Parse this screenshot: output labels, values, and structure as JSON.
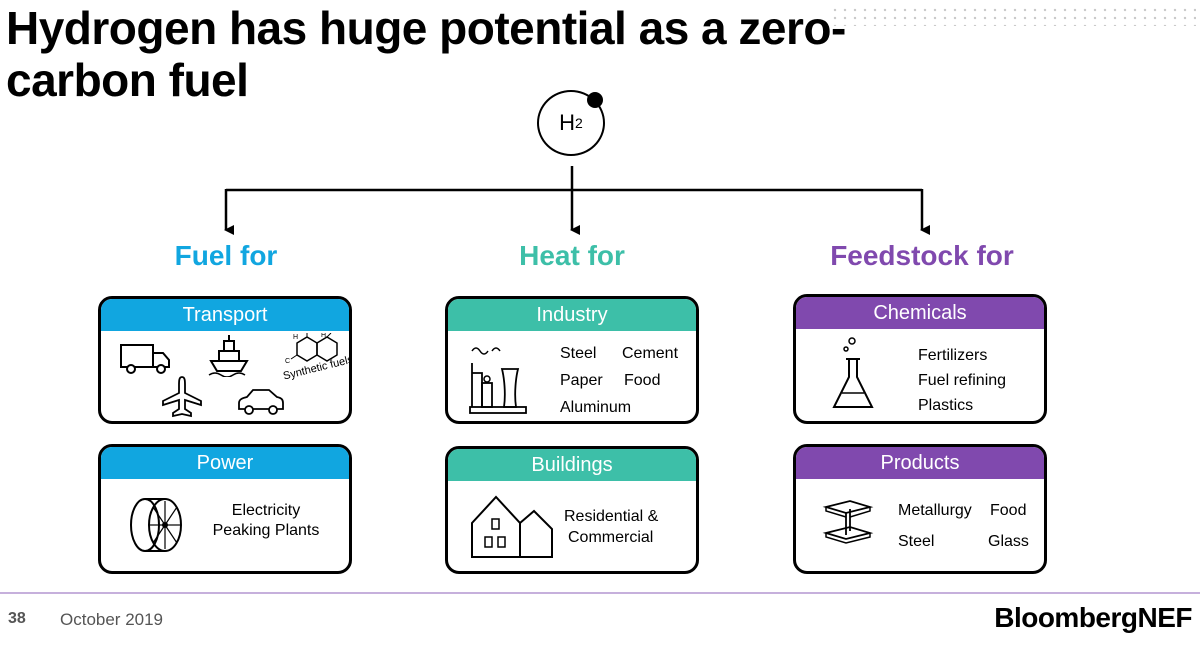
{
  "title": "Hydrogen has huge potential as a zero-carbon fuel",
  "hub": {
    "symbol": "H",
    "subscript": "2"
  },
  "colors": {
    "fuel": "#11a6e0",
    "heat": "#3dbfa8",
    "feedstock": "#8049ae"
  },
  "categories": {
    "fuel": {
      "label": "Fuel for",
      "transport": {
        "header": "Transport",
        "icon_label": "Synthetic fuels",
        "icons": [
          "truck-icon",
          "ship-icon",
          "molecule-icon",
          "airplane-icon",
          "car-icon"
        ]
      },
      "power": {
        "header": "Power",
        "lines": [
          "Electricity",
          "Peaking Plants"
        ],
        "icons": [
          "turbine-icon"
        ]
      }
    },
    "heat": {
      "label": "Heat for",
      "industry": {
        "header": "Industry",
        "items": [
          "Steel",
          "Cement",
          "Paper",
          "Food",
          "Aluminum"
        ],
        "icons": [
          "factory-icon"
        ]
      },
      "buildings": {
        "header": "Buildings",
        "lines": [
          "Residential &",
          "Commercial"
        ],
        "icons": [
          "house-icon"
        ]
      }
    },
    "feedstock": {
      "label": "Feedstock for",
      "chemicals": {
        "header": "Chemicals",
        "items": [
          "Fertilizers",
          "Fuel refining",
          "Plastics"
        ],
        "icons": [
          "flask-icon"
        ]
      },
      "products": {
        "header": "Products",
        "items": [
          "Metallurgy",
          "Food",
          "Steel",
          "Glass"
        ],
        "icons": [
          "steel-beam-icon"
        ]
      }
    }
  },
  "footer": {
    "page": "38",
    "date": "October 2019",
    "brand": "BloombergNEF"
  }
}
